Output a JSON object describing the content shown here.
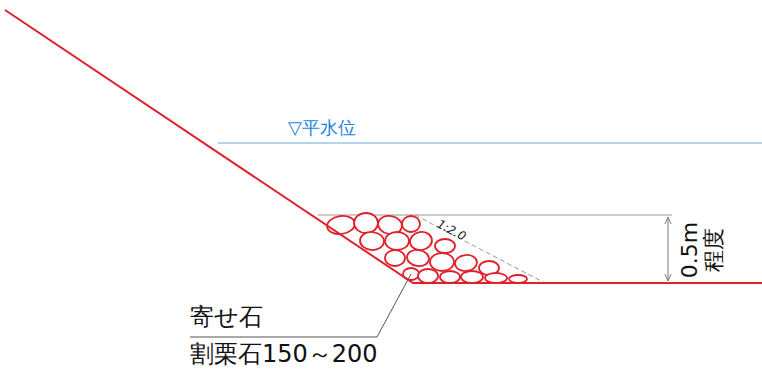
{
  "diagram": {
    "labels": [
      "▽平水位",
      "1:2.0",
      "0.5m",
      "程度",
      "寄せ石",
      "割栗石150～200"
    ]
  }
}
